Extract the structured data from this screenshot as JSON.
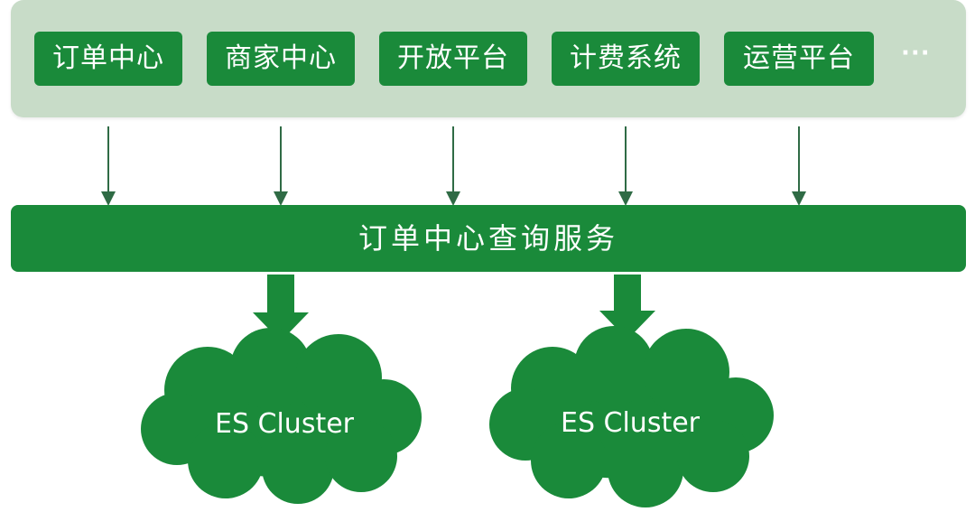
{
  "colors": {
    "panel": "#c8dcc8",
    "primary": "#1a8a3a",
    "arrow": "#2f6b45",
    "text": "#ffffff"
  },
  "systems": [
    {
      "label": "订单中心"
    },
    {
      "label": "商家中心"
    },
    {
      "label": "开放平台"
    },
    {
      "label": "计费系统"
    },
    {
      "label": "运营平台"
    }
  ],
  "more": "···",
  "service": {
    "label": "订单中心查询服务"
  },
  "clusters": [
    {
      "label": "ES Cluster"
    },
    {
      "label": "ES Cluster"
    }
  ]
}
